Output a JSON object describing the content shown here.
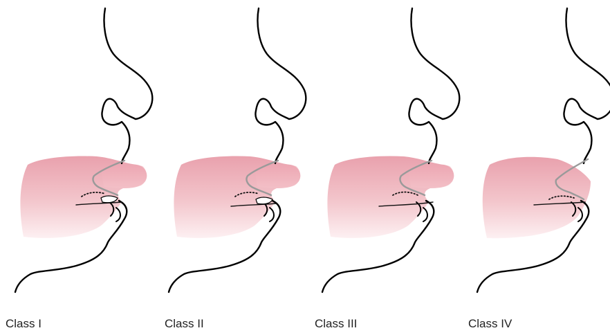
{
  "labels": [
    "Class I",
    "Class II",
    "Class III",
    "Class IV"
  ]
}
